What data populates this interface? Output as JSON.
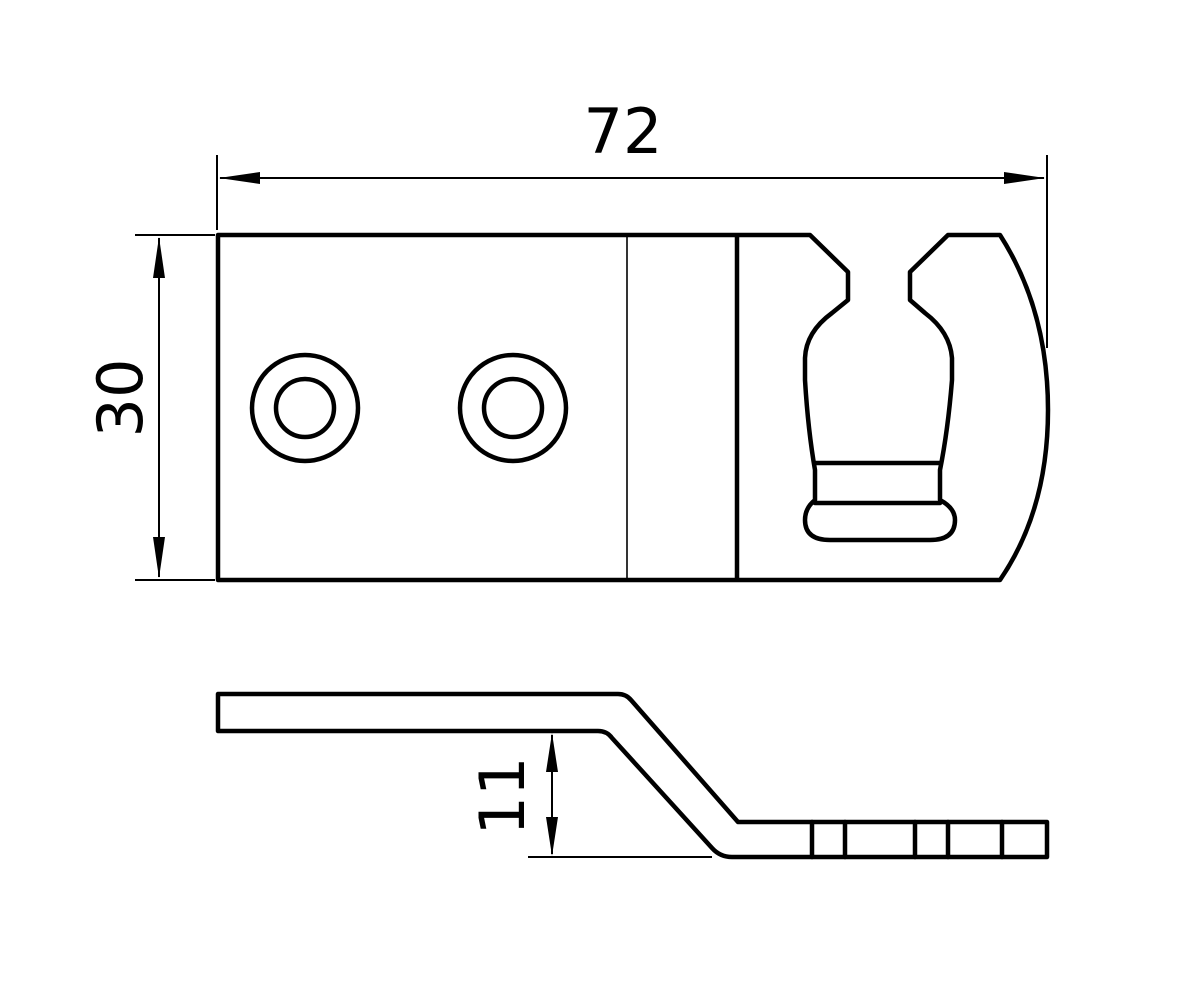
{
  "dimensions": {
    "width": "72",
    "height": "30",
    "offset": "11"
  },
  "colors": {
    "line": "#000000",
    "background": "#ffffff"
  }
}
